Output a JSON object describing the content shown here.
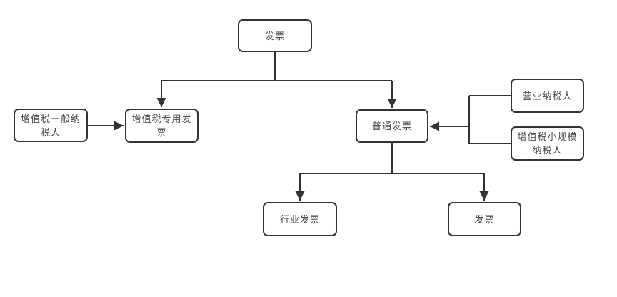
{
  "diagram": {
    "type": "flowchart",
    "nodes": {
      "root": {
        "label": "发票"
      },
      "general_taxpayer": {
        "label": "增值税一般纳税人"
      },
      "special_invoice": {
        "label": "增值税专用发票"
      },
      "ordinary_invoice": {
        "label": "普通发票"
      },
      "business_taxpayer": {
        "label": "营业纳税人"
      },
      "small_scale_taxpayer": {
        "label": "增值税小规模纳税人"
      },
      "industry_invoice": {
        "label": "行业发票"
      },
      "invoice_leaf": {
        "label": "发票"
      }
    },
    "edges": [
      {
        "from": "发票",
        "to": "增值税专用发票"
      },
      {
        "from": "发票",
        "to": "普通发票"
      },
      {
        "from": "增值税一般纳税人",
        "to": "增值税专用发票"
      },
      {
        "from": "营业纳税人",
        "to": "普通发票"
      },
      {
        "from": "增值税小规模纳税人",
        "to": "普通发票"
      },
      {
        "from": "普通发票",
        "to": "行业发票"
      },
      {
        "from": "普通发票",
        "to": "发票"
      }
    ],
    "colors": {
      "border": "#333333",
      "line": "#333333",
      "text": "#444444",
      "node_fill": "#ffffff",
      "background": "#ffffff"
    }
  }
}
